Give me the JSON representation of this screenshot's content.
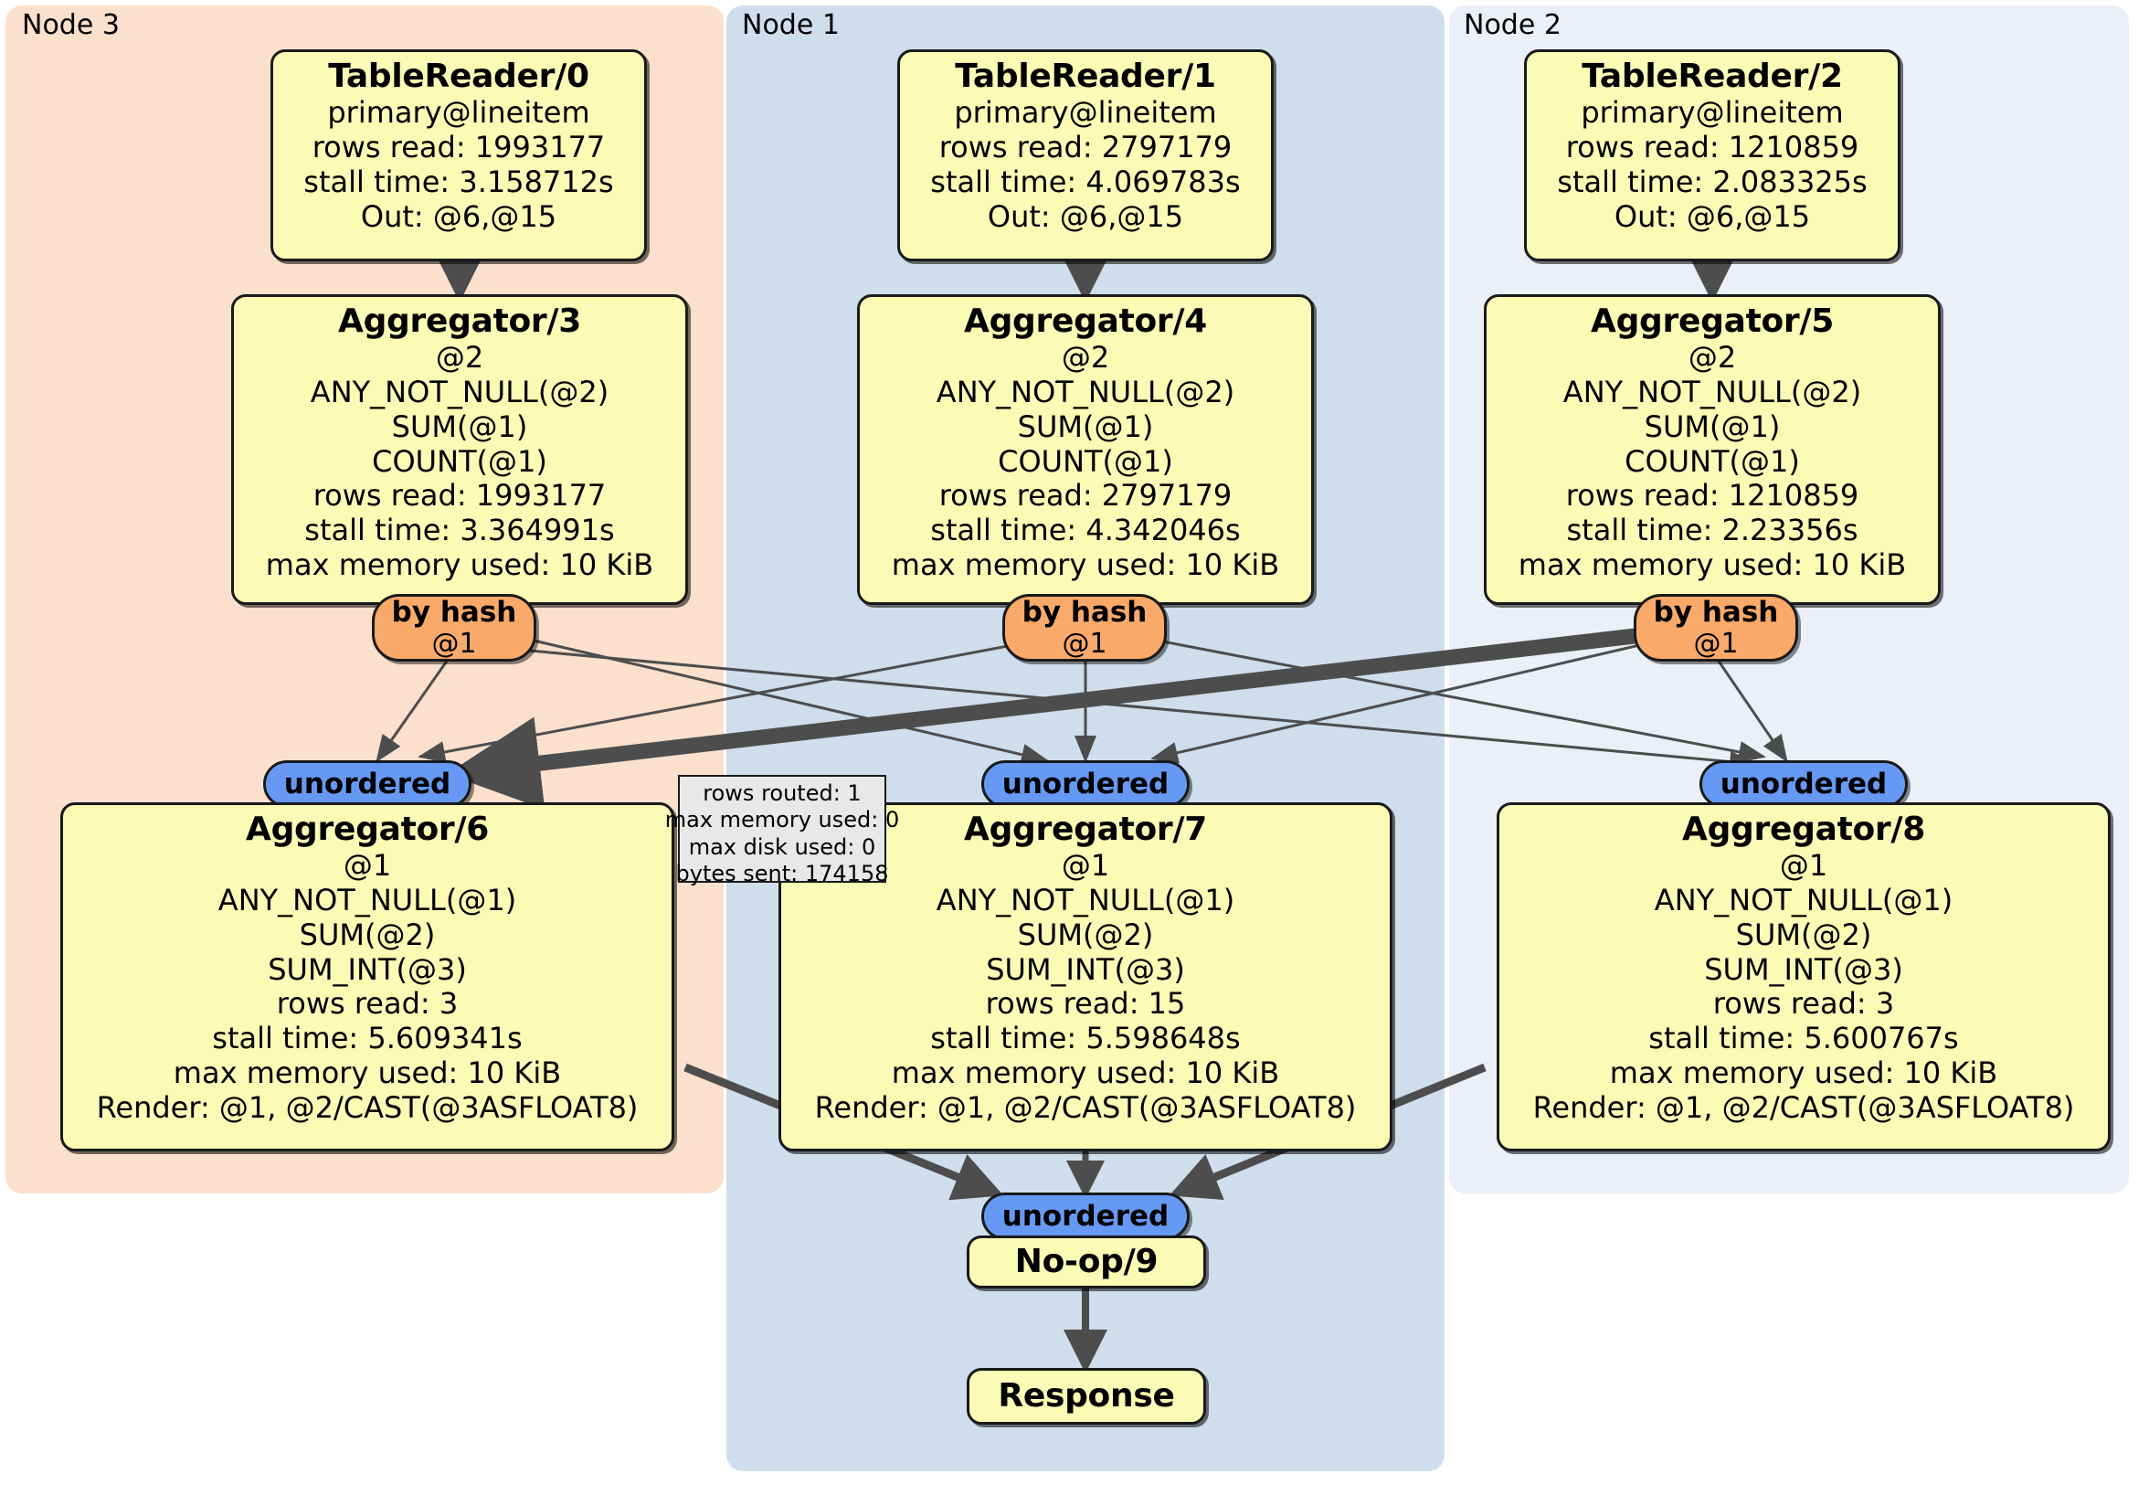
{
  "colors": {
    "node_fill": "#fbfbb6",
    "node_stroke": "#1a1a1a",
    "hash_fill": "#f9a96a",
    "unordered_fill": "#6699f4",
    "cluster_node3": "#fbe0cd",
    "cluster_node1": "#cfdeec",
    "cluster_node2": "#eaeff8",
    "edge": "#4d4d4d",
    "statbox_fill": "#e8e8e8"
  },
  "clusters": [
    {
      "label": "Node 3",
      "fill": "#fbe0cd"
    },
    {
      "label": "Node 1",
      "fill": "#cfdeec"
    },
    {
      "label": "Node 2",
      "fill": "#eaeff8"
    }
  ],
  "readers": [
    {
      "title": "TableReader/0",
      "lines": [
        "primary@lineitem",
        "rows read: 1993177",
        "stall time: 3.158712s",
        "Out: @6,@15"
      ]
    },
    {
      "title": "TableReader/1",
      "lines": [
        "primary@lineitem",
        "rows read: 2797179",
        "stall time: 4.069783s",
        "Out: @6,@15"
      ]
    },
    {
      "title": "TableReader/2",
      "lines": [
        "primary@lineitem",
        "rows read: 1210859",
        "stall time: 2.083325s",
        "Out: @6,@15"
      ]
    }
  ],
  "aggregators_top": [
    {
      "title": "Aggregator/3",
      "lines": [
        "@2",
        "ANY_NOT_NULL(@2)",
        "SUM(@1)",
        "COUNT(@1)",
        "rows read: 1993177",
        "stall time: 3.364991s",
        "max memory used: 10 KiB"
      ]
    },
    {
      "title": "Aggregator/4",
      "lines": [
        "@2",
        "ANY_NOT_NULL(@2)",
        "SUM(@1)",
        "COUNT(@1)",
        "rows read: 2797179",
        "stall time: 4.342046s",
        "max memory used: 10 KiB"
      ]
    },
    {
      "title": "Aggregator/5",
      "lines": [
        "@2",
        "ANY_NOT_NULL(@2)",
        "SUM(@1)",
        "COUNT(@1)",
        "rows read: 1210859",
        "stall time: 2.23356s",
        "max memory used: 10 KiB"
      ]
    }
  ],
  "hash_routers": [
    {
      "title": "by hash",
      "sub": "@1"
    },
    {
      "title": "by hash",
      "sub": "@1"
    },
    {
      "title": "by hash",
      "sub": "@1"
    }
  ],
  "unordered_mid": [
    {
      "label": "unordered"
    },
    {
      "label": "unordered"
    },
    {
      "label": "unordered"
    }
  ],
  "aggregators_bottom": [
    {
      "title": "Aggregator/6",
      "lines": [
        "@1",
        "ANY_NOT_NULL(@1)",
        "SUM(@2)",
        "SUM_INT(@3)",
        "rows read: 3",
        "stall time: 5.609341s",
        "max memory used: 10 KiB",
        "Render: @1, @2/CAST(@3ASFLOAT8)"
      ]
    },
    {
      "title": "Aggregator/7",
      "lines": [
        "@1",
        "ANY_NOT_NULL(@1)",
        "SUM(@2)",
        "SUM_INT(@3)",
        "rows read: 15",
        "stall time: 5.598648s",
        "max memory used: 10 KiB",
        "Render: @1, @2/CAST(@3ASFLOAT8)"
      ]
    },
    {
      "title": "Aggregator/8",
      "lines": [
        "@1",
        "ANY_NOT_NULL(@1)",
        "SUM(@2)",
        "SUM_INT(@3)",
        "rows read: 3",
        "stall time: 5.600767s",
        "max memory used: 10 KiB",
        "Render: @1, @2/CAST(@3ASFLOAT8)"
      ]
    }
  ],
  "stats_box": {
    "lines": [
      "rows routed: 1",
      "max memory used: 0",
      "max disk used: 0",
      "bytes sent: 174158"
    ]
  },
  "final": {
    "unordered_label": "unordered",
    "noop_title": "No-op/9",
    "response_title": "Response"
  }
}
